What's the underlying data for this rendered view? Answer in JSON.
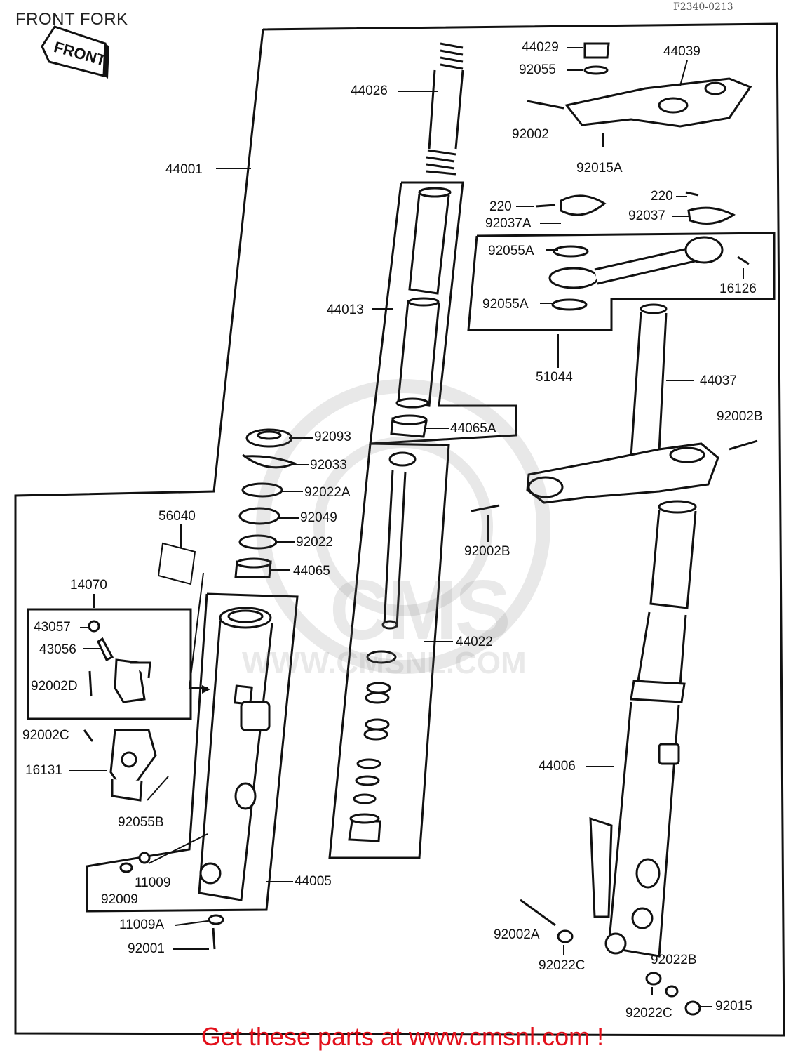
{
  "header": {
    "title": "FRONT FORK",
    "drawing_code": "F2340-0213",
    "front_badge": "FRONT"
  },
  "watermark": {
    "brand": "CMS",
    "url": "WWW.CMSNL.COM"
  },
  "footer": {
    "text": "Get these parts at www.cmsnl.com !",
    "color": "#e3101b"
  },
  "parts": {
    "p44029": "44029",
    "p44039": "44039",
    "p92055": "92055",
    "p44026": "44026",
    "p92002": "92002",
    "p92015A": "92015A",
    "p44001": "44001",
    "p220_left": "220",
    "p92037A": "92037A",
    "p220_right": "220",
    "p92037": "92037",
    "p92055A_top": "92055A",
    "p16126": "16126",
    "p92055A_bottom": "92055A",
    "p44013": "44013",
    "p51044": "51044",
    "p44037": "44037",
    "p92002B_right": "92002B",
    "p44065A": "44065A",
    "p92093": "92093",
    "p92033": "92033",
    "p92022A": "92022A",
    "p92049": "92049",
    "p92022": "92022",
    "p44065": "44065",
    "p56040": "56040",
    "p92002B_mid": "92002B",
    "p14070": "14070",
    "p43057": "43057",
    "p43056": "43056",
    "p92002D": "92002D",
    "p44022": "44022",
    "p92002C": "92002C",
    "p16131": "16131",
    "p92055B": "92055B",
    "p44006": "44006",
    "p11009": "11009",
    "p92009": "92009",
    "p44005": "44005",
    "p11009A": "11009A",
    "p92001": "92001",
    "p92002A": "92002A",
    "p92022C_upper": "92022C",
    "p92022B": "92022B",
    "p92022C_lower": "92022C",
    "p92015": "92015"
  }
}
